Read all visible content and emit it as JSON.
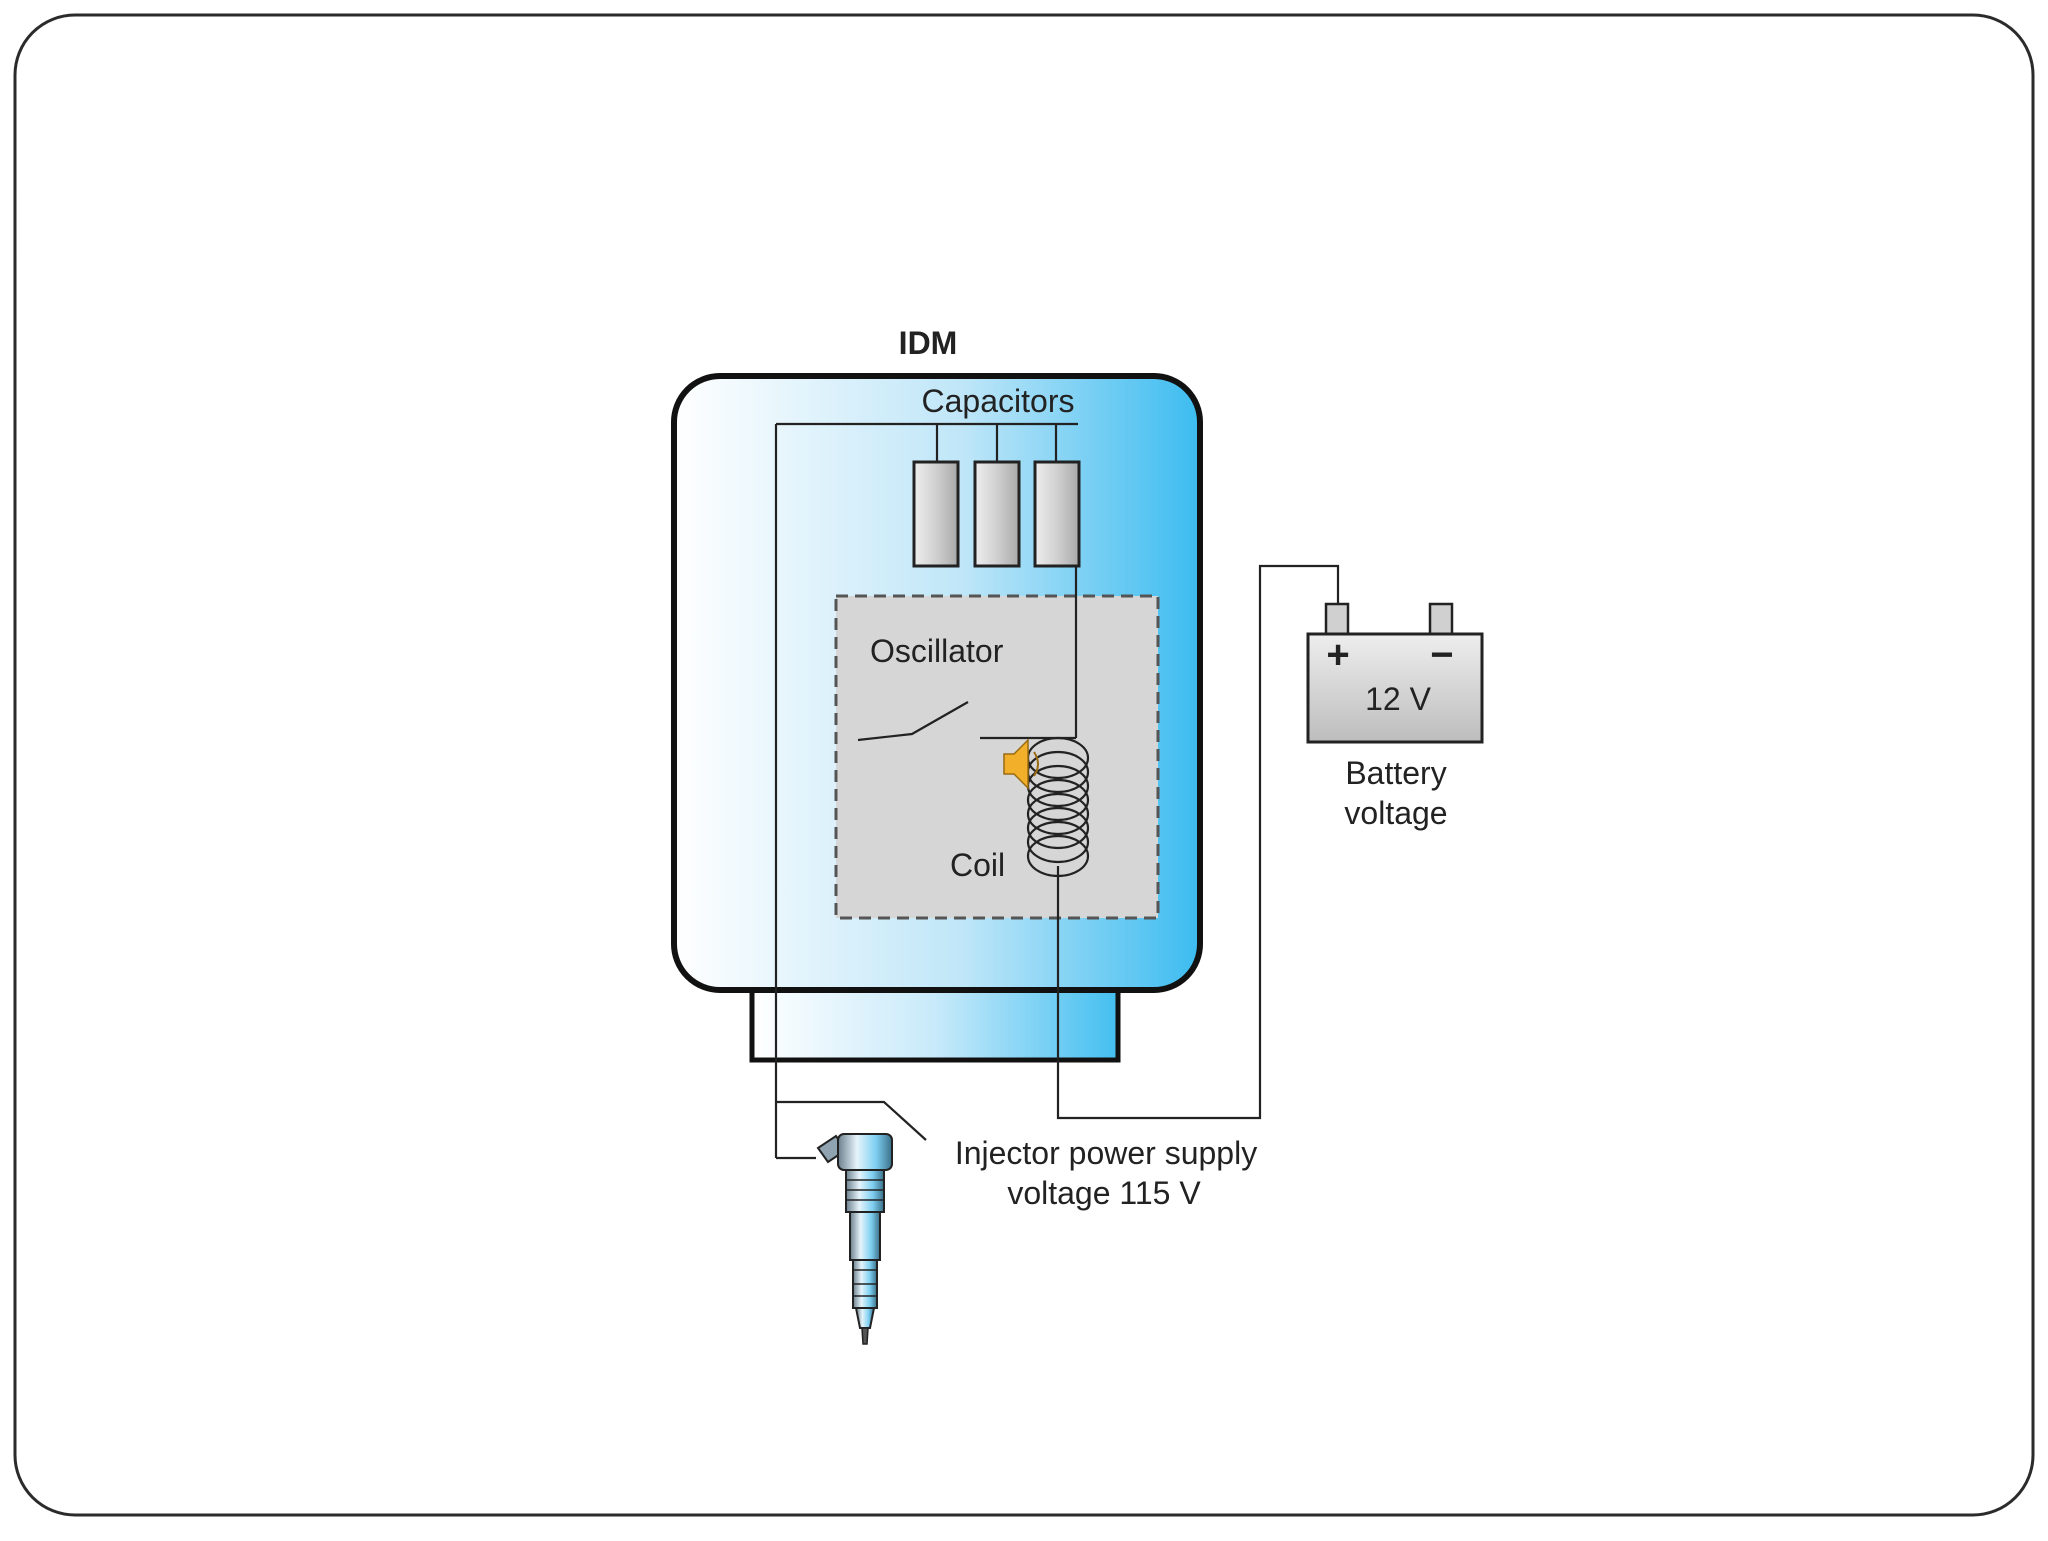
{
  "diagram": {
    "title": "IDM",
    "capacitors_label": "Capacitors",
    "oscillator_label": "Oscillator",
    "coil_label": "Coil",
    "battery": {
      "plus": "+",
      "minus": "−",
      "voltage": "12 V",
      "caption_line1": "Battery",
      "caption_line2": "voltage"
    },
    "injector_caption_line1": "Injector power supply",
    "injector_caption_line2": "voltage 115 V"
  },
  "colors": {
    "idm_body_light": "#dff2fb",
    "idm_body_blue": "#47bff0",
    "oscillator_fill": "#d7d7d7",
    "capacitor_fill": "#cfcfcf",
    "battery_fill": "#d2d2d2",
    "wire": "#222222",
    "speaker_icon": "#e8a520"
  },
  "icons": [
    "speaker-icon",
    "fuel-injector-icon",
    "battery-icon"
  ]
}
